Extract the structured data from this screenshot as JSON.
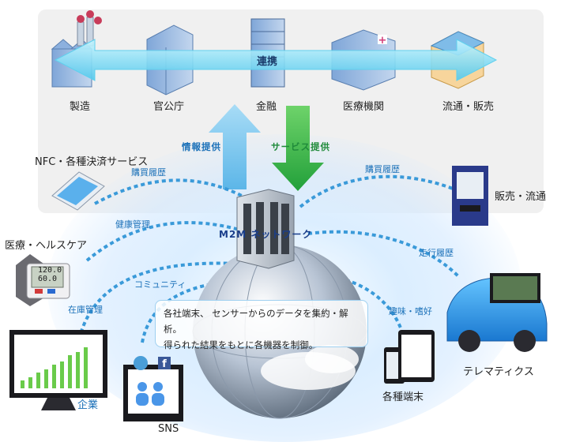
{
  "top_sectors": [
    "製造",
    "官公庁",
    "金融",
    "医療機関",
    "流通・販売"
  ],
  "collaboration_label": "連携",
  "flows": {
    "up_label": "情報提供",
    "down_label": "サービス提供"
  },
  "network_label": "M2M ネットワーク",
  "endpoints": {
    "nfc": "NFC・各種決済サービス",
    "healthcare": "医療・ヘルスケア",
    "enterprise": "企業",
    "sns": "SNS",
    "devices": "各種端末",
    "telematics": "テレマティクス",
    "vending": "販売・流通"
  },
  "arc_labels": {
    "purchase_left": "購買履歴",
    "health": "健康管理",
    "community": "コミュニティ",
    "inventory": "在庫管理",
    "purchase_right": "購買履歴",
    "driving": "走行履歴",
    "hobby": "趣味・嗜好"
  },
  "bp_readout": [
    "120.0",
    "60.0"
  ],
  "description_lines": [
    "各社端末、 センサーからのデータを集約・解析。",
    "得られた結果をもとに各機器を制御。"
  ],
  "colors": {
    "arc": "#3a9ad9",
    "up_arrow": "#7cc8ee",
    "down_arrow": "#3cb54a",
    "band": "#8fe4f5",
    "panel": "#f0f0f0"
  }
}
